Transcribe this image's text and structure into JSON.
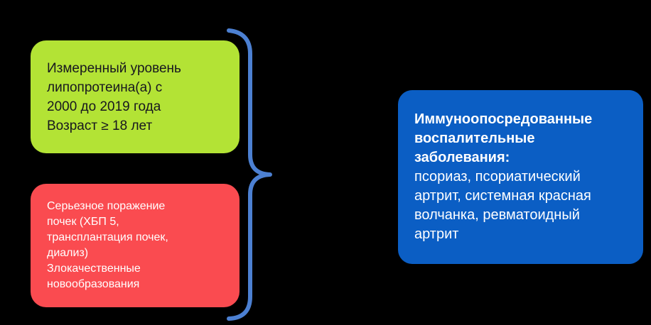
{
  "colors": {
    "background": "#000000",
    "green-box": "#b3e335",
    "red-box": "#fa4b50",
    "blue-box": "#0b5ec4",
    "brace": "#4c80d2",
    "dark-text": "#17171f",
    "light-text": "#ffffff"
  },
  "diagram": {
    "cohort_box": {
      "text": "Измеренный уровень\nлипопротеина(а) с\n2000 до 2019 года\nВозраст ≥ 18 лет"
    },
    "exclusion_box": {
      "text": "Серьезное поражение\nпочек (ХБП 5,\nтрансплантация почек,\nдиализ)\nЗлокачественные\nновообразования"
    },
    "brace_icon": "right-curly-brace",
    "diseases_box": {
      "heading": "Иммуноопосредованные\nвоспалительные\nзаболевания:",
      "body": "псориаз, псориатический\nартрит, системная красная\nволчанка, ревматоидный\nартрит"
    }
  }
}
